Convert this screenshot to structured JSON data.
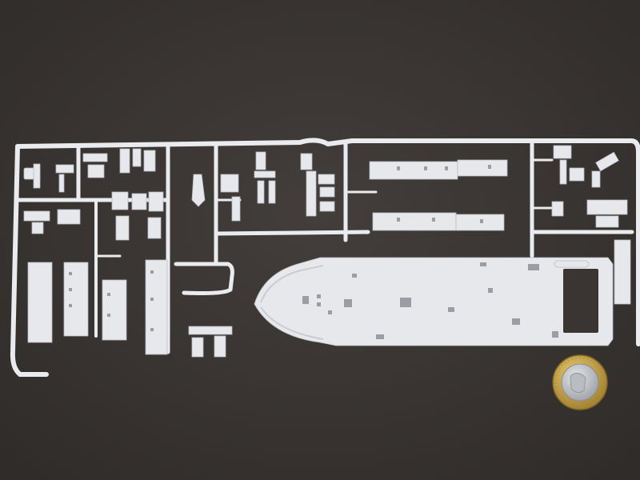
{
  "scene": {
    "background": "#3a3533",
    "plastic": "#e6e8ec",
    "objects": [
      "model-kit-sprue",
      "ship-hull-deck-part",
      "one-euro-coin"
    ]
  },
  "coin": {
    "outer": "#c9a64a",
    "inner": "#c6c9cc"
  }
}
